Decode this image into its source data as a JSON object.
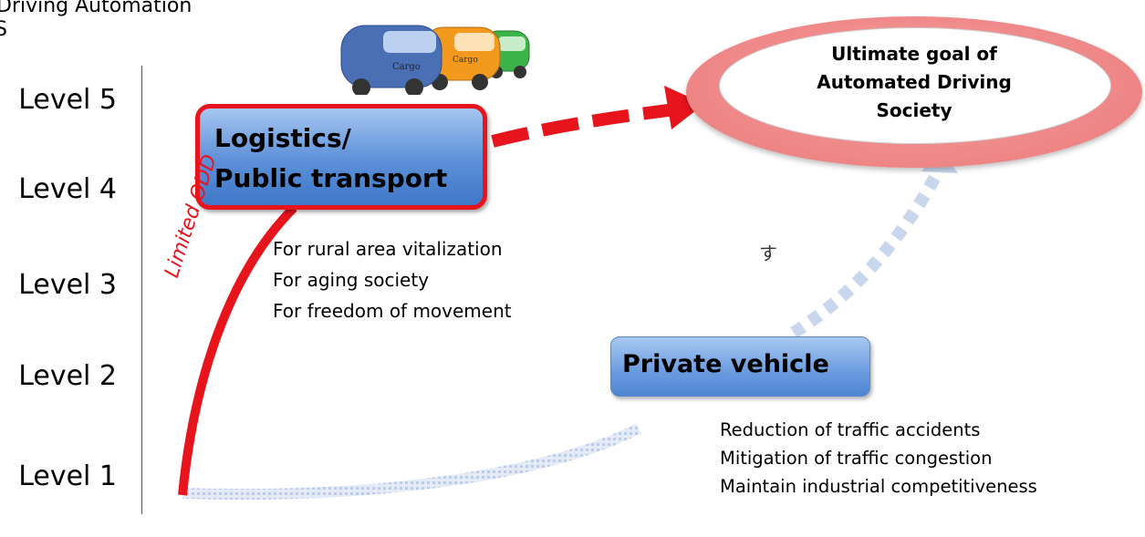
{
  "header": {
    "title": "Driving Automation",
    "subtitle_fragment": "S"
  },
  "levels": [
    "Level 5",
    "Level 4",
    "Level 3",
    "Level 2",
    "Level 1"
  ],
  "logistics": {
    "line1": "Logistics/",
    "line2": "Public transport",
    "odd_label": "Limited ODD",
    "bullets": [
      "For rural area vitalization",
      "For aging society",
      "For freedom of movement"
    ]
  },
  "private_vehicle": {
    "label": "Private vehicle",
    "bullets": [
      "Reduction of traffic accidents",
      "Mitigation of traffic congestion",
      "Maintain industrial competitiveness"
    ]
  },
  "goal": {
    "lines": [
      "Ultimate goal of",
      "Automated Driving",
      "Society"
    ]
  },
  "vehicles": {
    "labels": [
      "Cargo",
      "Cargo"
    ],
    "colors": [
      "#4a6fb5",
      "#f39a1e",
      "#3cb44a"
    ]
  },
  "stray_glyph": "す",
  "colors": {
    "accent_red": "#e8141c",
    "box_blue": "#5b8fd8",
    "goal_pink": "#f08a8a",
    "private_arrow": "#c9d7ee"
  }
}
